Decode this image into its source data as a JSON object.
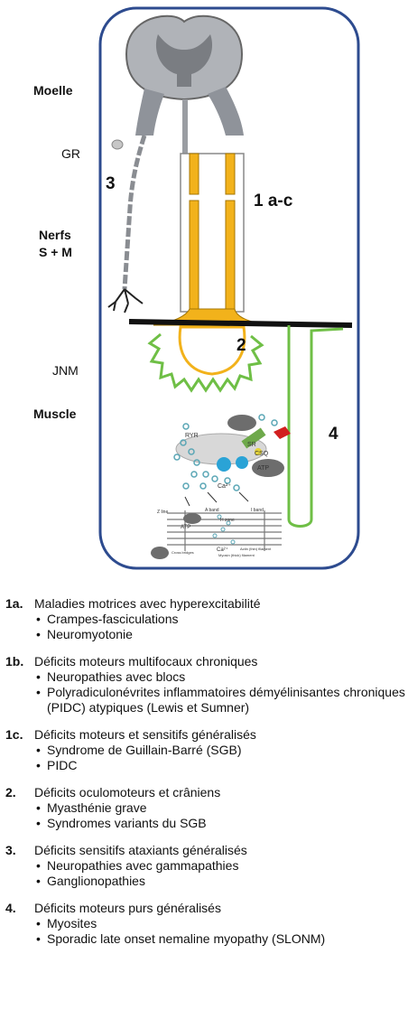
{
  "labels": {
    "moelle": "Moelle",
    "gr": "GR",
    "nerfs": "Nerfs",
    "sm": "S + M",
    "jnm": "JNM",
    "muscle": "Muscle",
    "n3": "3",
    "n1": "1 a-c",
    "n2": "2",
    "n4": "4"
  },
  "micro_labels": {
    "ryr": "RYR",
    "sr": "SR",
    "csq": "CSQ",
    "atp1": "ATP",
    "atp2": "ATP",
    "ca1": "Ca²⁺",
    "ca2": "Ca²⁺",
    "zline": "Z line",
    "aband": "A band",
    "iband": "I band",
    "hzone": "H zone",
    "actin": "Actin (thin) filament",
    "myosin": "Myosin (thick) filament",
    "cross": "Cross bridges"
  },
  "legend": [
    {
      "code": "1a.",
      "title": "Maladies motrices avec hyperexcitabilité",
      "items": [
        "Crampes-fasciculations",
        "Neuromyotonie"
      ]
    },
    {
      "code": "1b.",
      "title": "Déficits moteurs multifocaux chroniques",
      "items": [
        "Neuropathies avec blocs",
        "Polyradiculonévrites inflammatoires démyélinisantes chroniques (PIDC) atypiques (Lewis et Sumner)"
      ]
    },
    {
      "code": "1c.",
      "title": "Déficits moteurs et sensitifs généralisés",
      "items": [
        "Syndrome de Guillain-Barré (SGB)",
        "PIDC"
      ]
    },
    {
      "code": "2.",
      "title": "Déficits oculomoteurs et crâniens",
      "items": [
        "Myasthénie grave",
        "Syndromes variants du SGB"
      ]
    },
    {
      "code": "3.",
      "title": "Déficits sensitifs ataxiants généralisés",
      "items": [
        "Neuropathies avec gammapathies",
        "Ganglionopathies"
      ]
    },
    {
      "code": "4.",
      "title": "Déficits moteurs purs généralisés",
      "items": [
        "Myosites",
        "Sporadic late onset nemaline myopathy (SLONM)"
      ]
    }
  ]
}
